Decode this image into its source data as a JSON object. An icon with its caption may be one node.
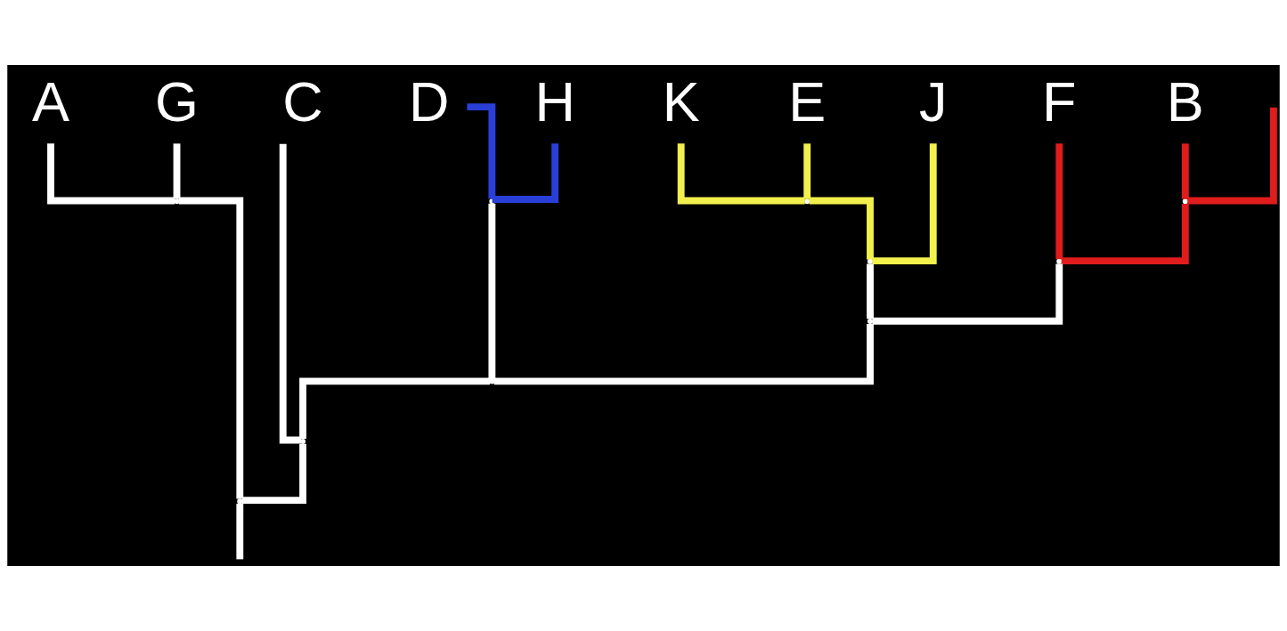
{
  "diagram": {
    "nodes": [
      {
        "text": [
          "A"
        ]
      },
      {
        "text": [
          "G"
        ]
      },
      {
        "text": [
          "C"
        ]
      },
      {
        "text": [
          "D"
        ]
      },
      {
        "text": [
          "H"
        ]
      },
      {
        "text": [
          "K"
        ]
      },
      {
        "text": [
          "E"
        ]
      },
      {
        "text": [
          "J"
        ]
      },
      {
        "text": [
          "F"
        ]
      },
      {
        "text": [
          "B"
        ]
      },
      {
        "text": [],
        "shape": "point"
      },
      {
        "text": [],
        "shape": "point"
      },
      {
        "text": [],
        "shape": "point"
      },
      {
        "text": [],
        "shape": "point"
      },
      {
        "text": [],
        "shape": "point"
      },
      {
        "text": [],
        "shape": "point"
      },
      {
        "text": [],
        "shape": "point"
      },
      {
        "text": [],
        "shape": "point"
      },
      {
        "text": [],
        "shape": "point"
      },
      {
        "text": [],
        "shape": "point"
      }
    ],
    "edges": [
      {
        "from": null,
        "to": 19,
        "arrow": "none"
      },
      {
        "from": 19,
        "to": 10,
        "arrow": "none"
      },
      {
        "from": 19,
        "to": 18,
        "arrow": "none"
      },
      {
        "from": 10,
        "to": 0,
        "arrow": "none"
      },
      {
        "from": 10,
        "to": 1,
        "arrow": "none"
      },
      {
        "from": 18,
        "to": 2,
        "arrow": "none"
      },
      {
        "from": 18,
        "to": 17,
        "arrow": "none"
      },
      {
        "from": 17,
        "to": 11,
        "arrow": "none"
      },
      {
        "from": 17,
        "to": 16,
        "arrow": "none"
      },
      {
        "from": 11,
        "to": 3,
        "arrow": "none",
        "color": "#2a3fd8"
      },
      {
        "from": 11,
        "to": 4,
        "arrow": "none",
        "color": "#2a3fd8"
      },
      {
        "from": 16,
        "to": 13,
        "arrow": "none"
      },
      {
        "from": 16,
        "to": 15,
        "arrow": "none"
      },
      {
        "from": 13,
        "to": 12,
        "arrow": "none",
        "color": "#f2f04c"
      },
      {
        "from": 13,
        "to": 7,
        "arrow": "none",
        "color": "#f2f04c"
      },
      {
        "from": 12,
        "to": 5,
        "arrow": "none",
        "color": "#f2f04c"
      },
      {
        "from": 12,
        "to": 6,
        "arrow": "none",
        "color": "#f2f04c"
      },
      {
        "from": 15,
        "to": 8,
        "arrow": "none",
        "color": "#e01c1c"
      },
      {
        "from": 15,
        "to": 14,
        "arrow": "none",
        "color": "#e01c1c"
      },
      {
        "from": 14,
        "to": 9,
        "arrow": "none",
        "color": "#e01c1c"
      },
      {
        "from": 14,
        "to": null,
        "arrow": "none",
        "color": "#e01c1c"
      }
    ]
  }
}
